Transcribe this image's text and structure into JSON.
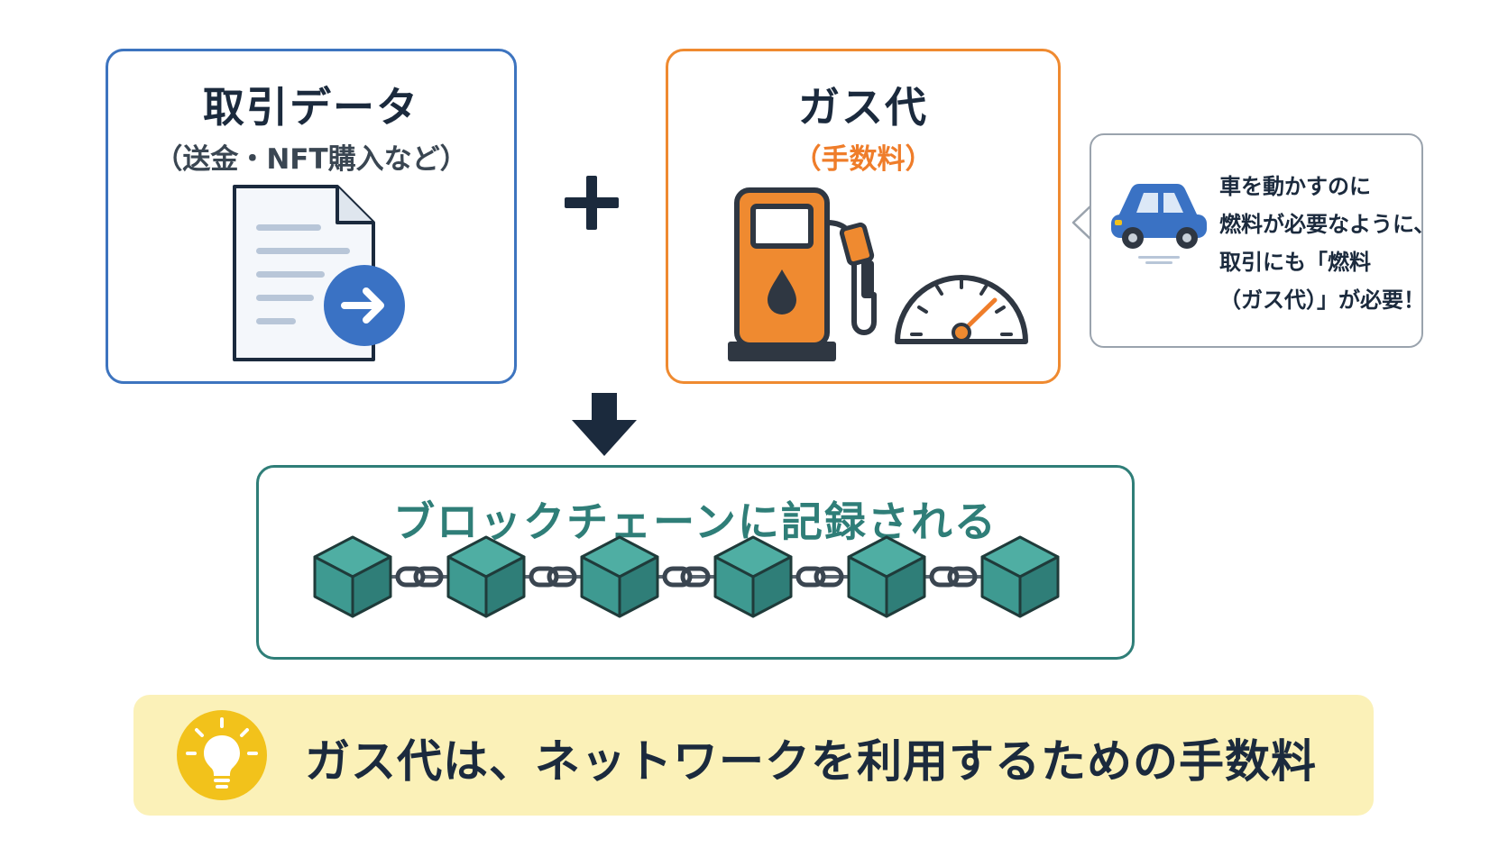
{
  "transaction": {
    "title": "取引データ",
    "subtitle": "（送金・NFT購入など）"
  },
  "gas": {
    "title": "ガス代",
    "subtitle": "（手数料）"
  },
  "note": {
    "lines": [
      "車を動かすのに",
      "燃料が必要なように、",
      "取引にも「燃料",
      "（ガス代）」が必要！"
    ]
  },
  "blockchain": {
    "title": "ブロックチェーンに記録される",
    "block_count": 6
  },
  "tip": {
    "text": "ガス代は、ネットワークを利用するための手数料"
  },
  "colors": {
    "transaction_border": "#3d74bf",
    "gas_border": "#ef8a30",
    "gas_accent": "#ef7d2a",
    "chain_border": "#2f7e78",
    "cube_fill": "#3e9a91",
    "tip_background": "#fbf1b8",
    "bulb": "#f2c21b",
    "car": "#3a72c4"
  },
  "icons": {
    "document": "document-icon",
    "arrow": "arrow-right-circle-icon",
    "plus": "plus-icon",
    "fuel_pump": "fuel-pump-icon",
    "gauge": "gauge-icon",
    "car": "car-icon",
    "down_arrow": "down-arrow-icon",
    "bulb": "lightbulb-icon"
  }
}
